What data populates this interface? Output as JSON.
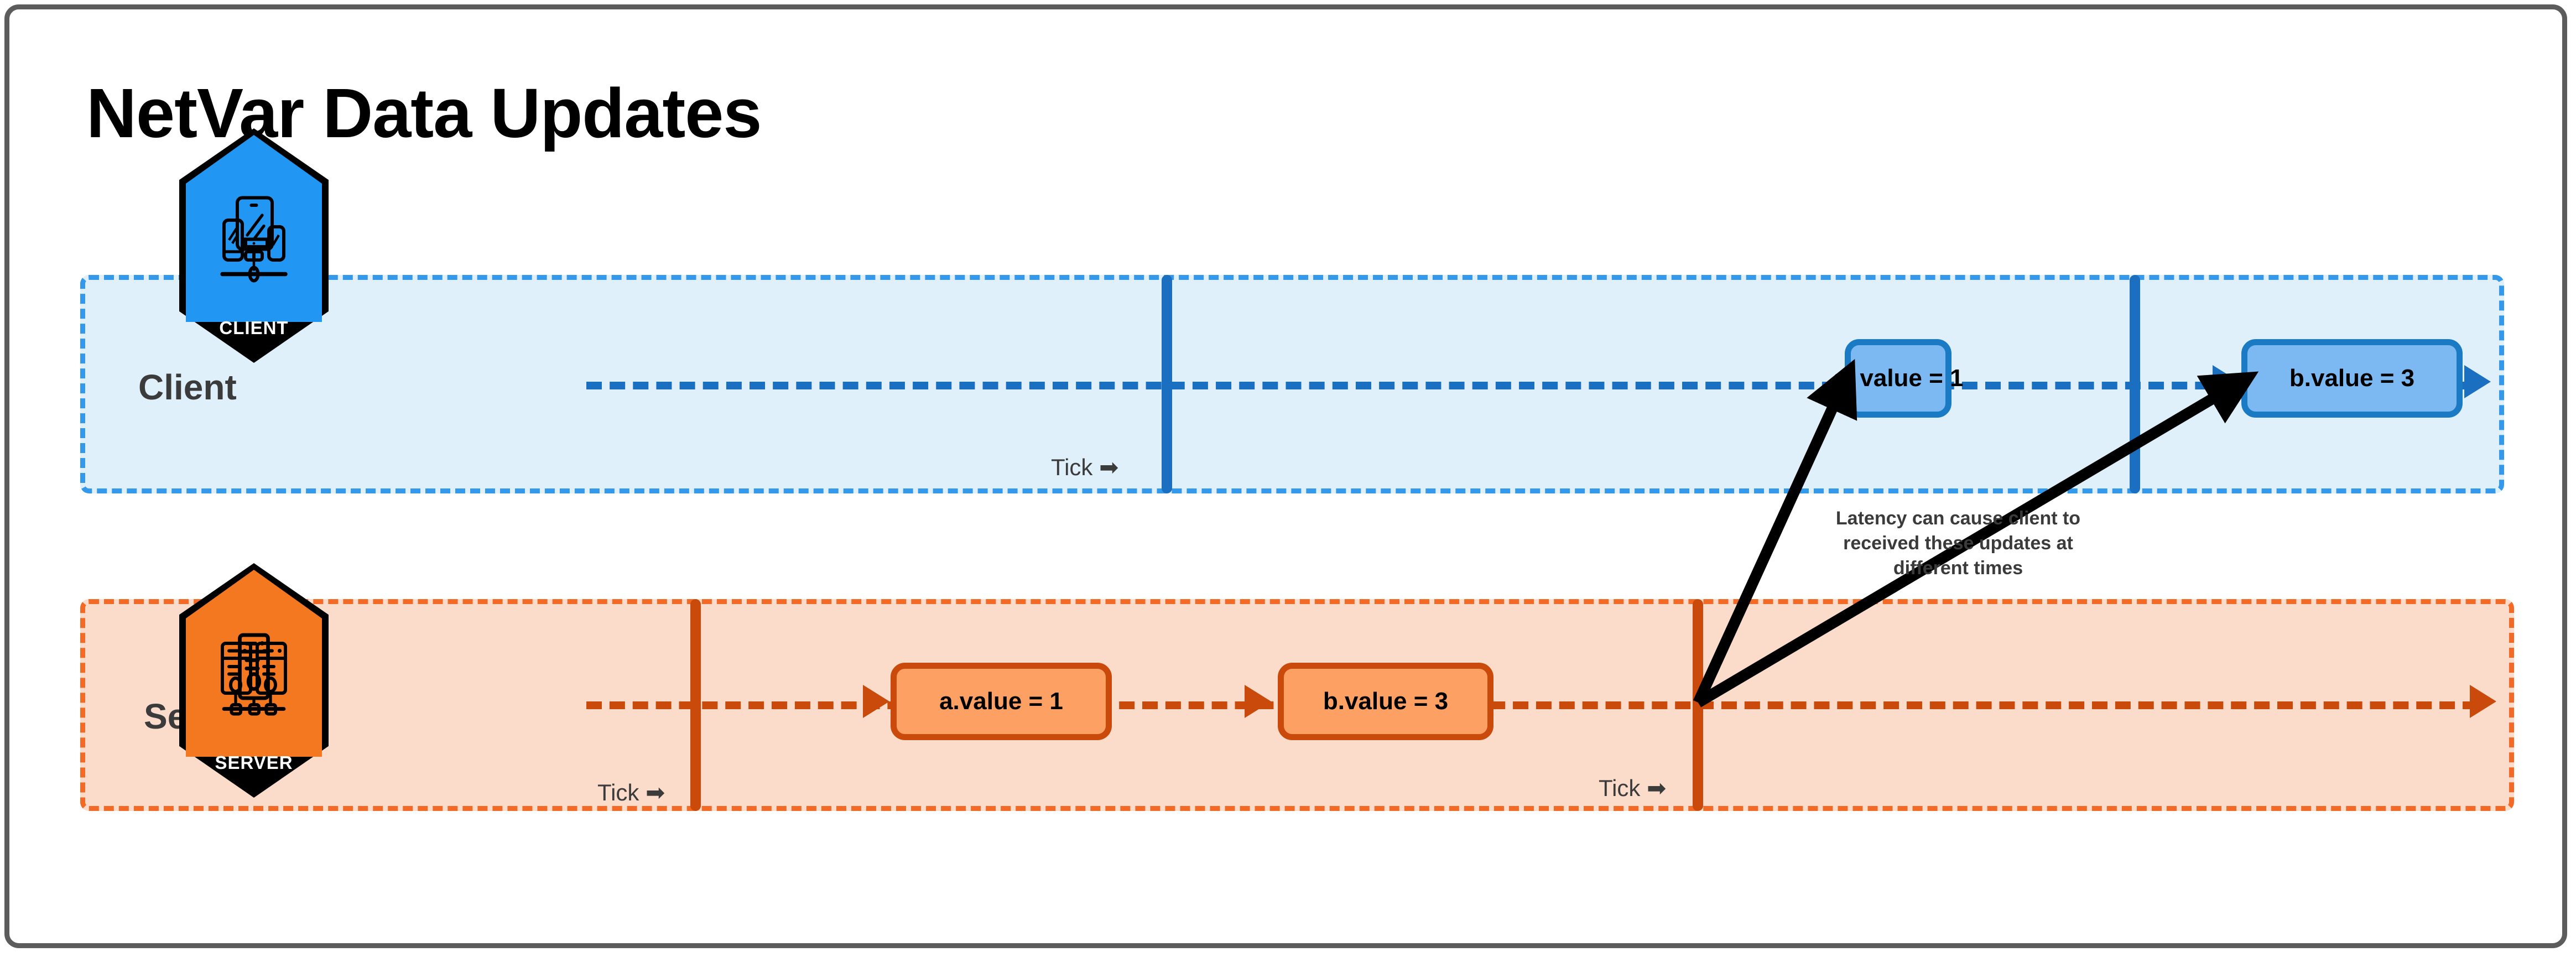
{
  "page": {
    "title": "NetVar Data Updates",
    "frame_border_color": "#5c5c5c",
    "background": "#ffffff"
  },
  "colors": {
    "client_band_fill": "#dff0fb",
    "client_band_border": "#3498eb",
    "client_line": "#1a6fc0",
    "client_box_fill": "#7cb9f2",
    "client_box_border": "#1a7ac4",
    "client_icon_fill": "#2196f3",
    "server_band_fill": "#fbdbc9",
    "server_band_border": "#f26a26",
    "server_line": "#c94a0a",
    "server_box_fill": "#fca063",
    "server_box_border": "#c94a0a",
    "server_icon_fill": "#f47820",
    "annotation_arrow": "#000000",
    "text_dark": "#3b3b3b"
  },
  "lanes": {
    "client": {
      "label": "Client",
      "node_caption": "CLIENT",
      "node_icon": "desktop-monitor-icon",
      "ticks": [
        {
          "label": "Tick ➡",
          "has_label": true
        },
        {
          "label": "",
          "has_label": false
        }
      ],
      "boxes": [
        {
          "text": "a. value = 1"
        },
        {
          "text": "b.value = 3"
        }
      ]
    },
    "server": {
      "label": "Server",
      "node_caption": "SERVER",
      "node_icon": "server-rack-icon",
      "ticks": [
        {
          "label": "Tick ➡",
          "has_label": true
        },
        {
          "label": "Tick ➡",
          "has_label": true
        }
      ],
      "boxes": [
        {
          "text": "a.value = 1"
        },
        {
          "text": "b.value = 3"
        }
      ]
    }
  },
  "annotation": {
    "text": "Latency can cause client to received these updates at different times"
  }
}
